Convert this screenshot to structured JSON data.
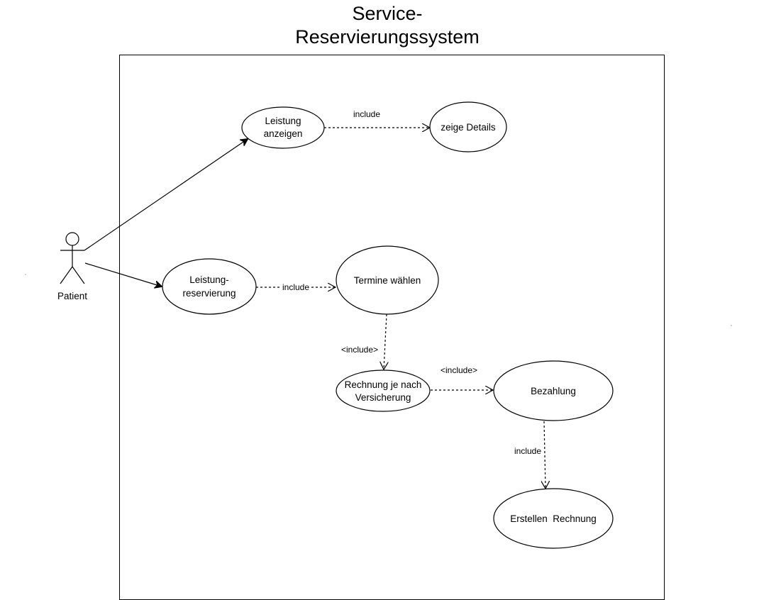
{
  "system": {
    "title_line1": "Service-",
    "title_line2": "Reservierungssystem"
  },
  "actor": {
    "name": "Patient"
  },
  "use_cases": {
    "leistung_anzeigen": {
      "line1": "Leistung",
      "line2": "anzeigen"
    },
    "zeige_details": {
      "label": "zeige Details"
    },
    "leistung_reservierung": {
      "line1": "Leistung-",
      "line2": "reservierung"
    },
    "termine_waehlen": {
      "label": "Termine wählen"
    },
    "rechnung_versicherung": {
      "line1": "Rechnung je nach",
      "line2": "Versicherung"
    },
    "bezahlung": {
      "label": "Bezahlung"
    },
    "erstellen_rechnung": {
      "label": "Erstellen  Rechnung"
    }
  },
  "relations": {
    "include_details": "include",
    "include_termine": "include",
    "include_rechnung": "<include>",
    "include_bezahlung": "<include>",
    "include_erstellen": "include"
  }
}
